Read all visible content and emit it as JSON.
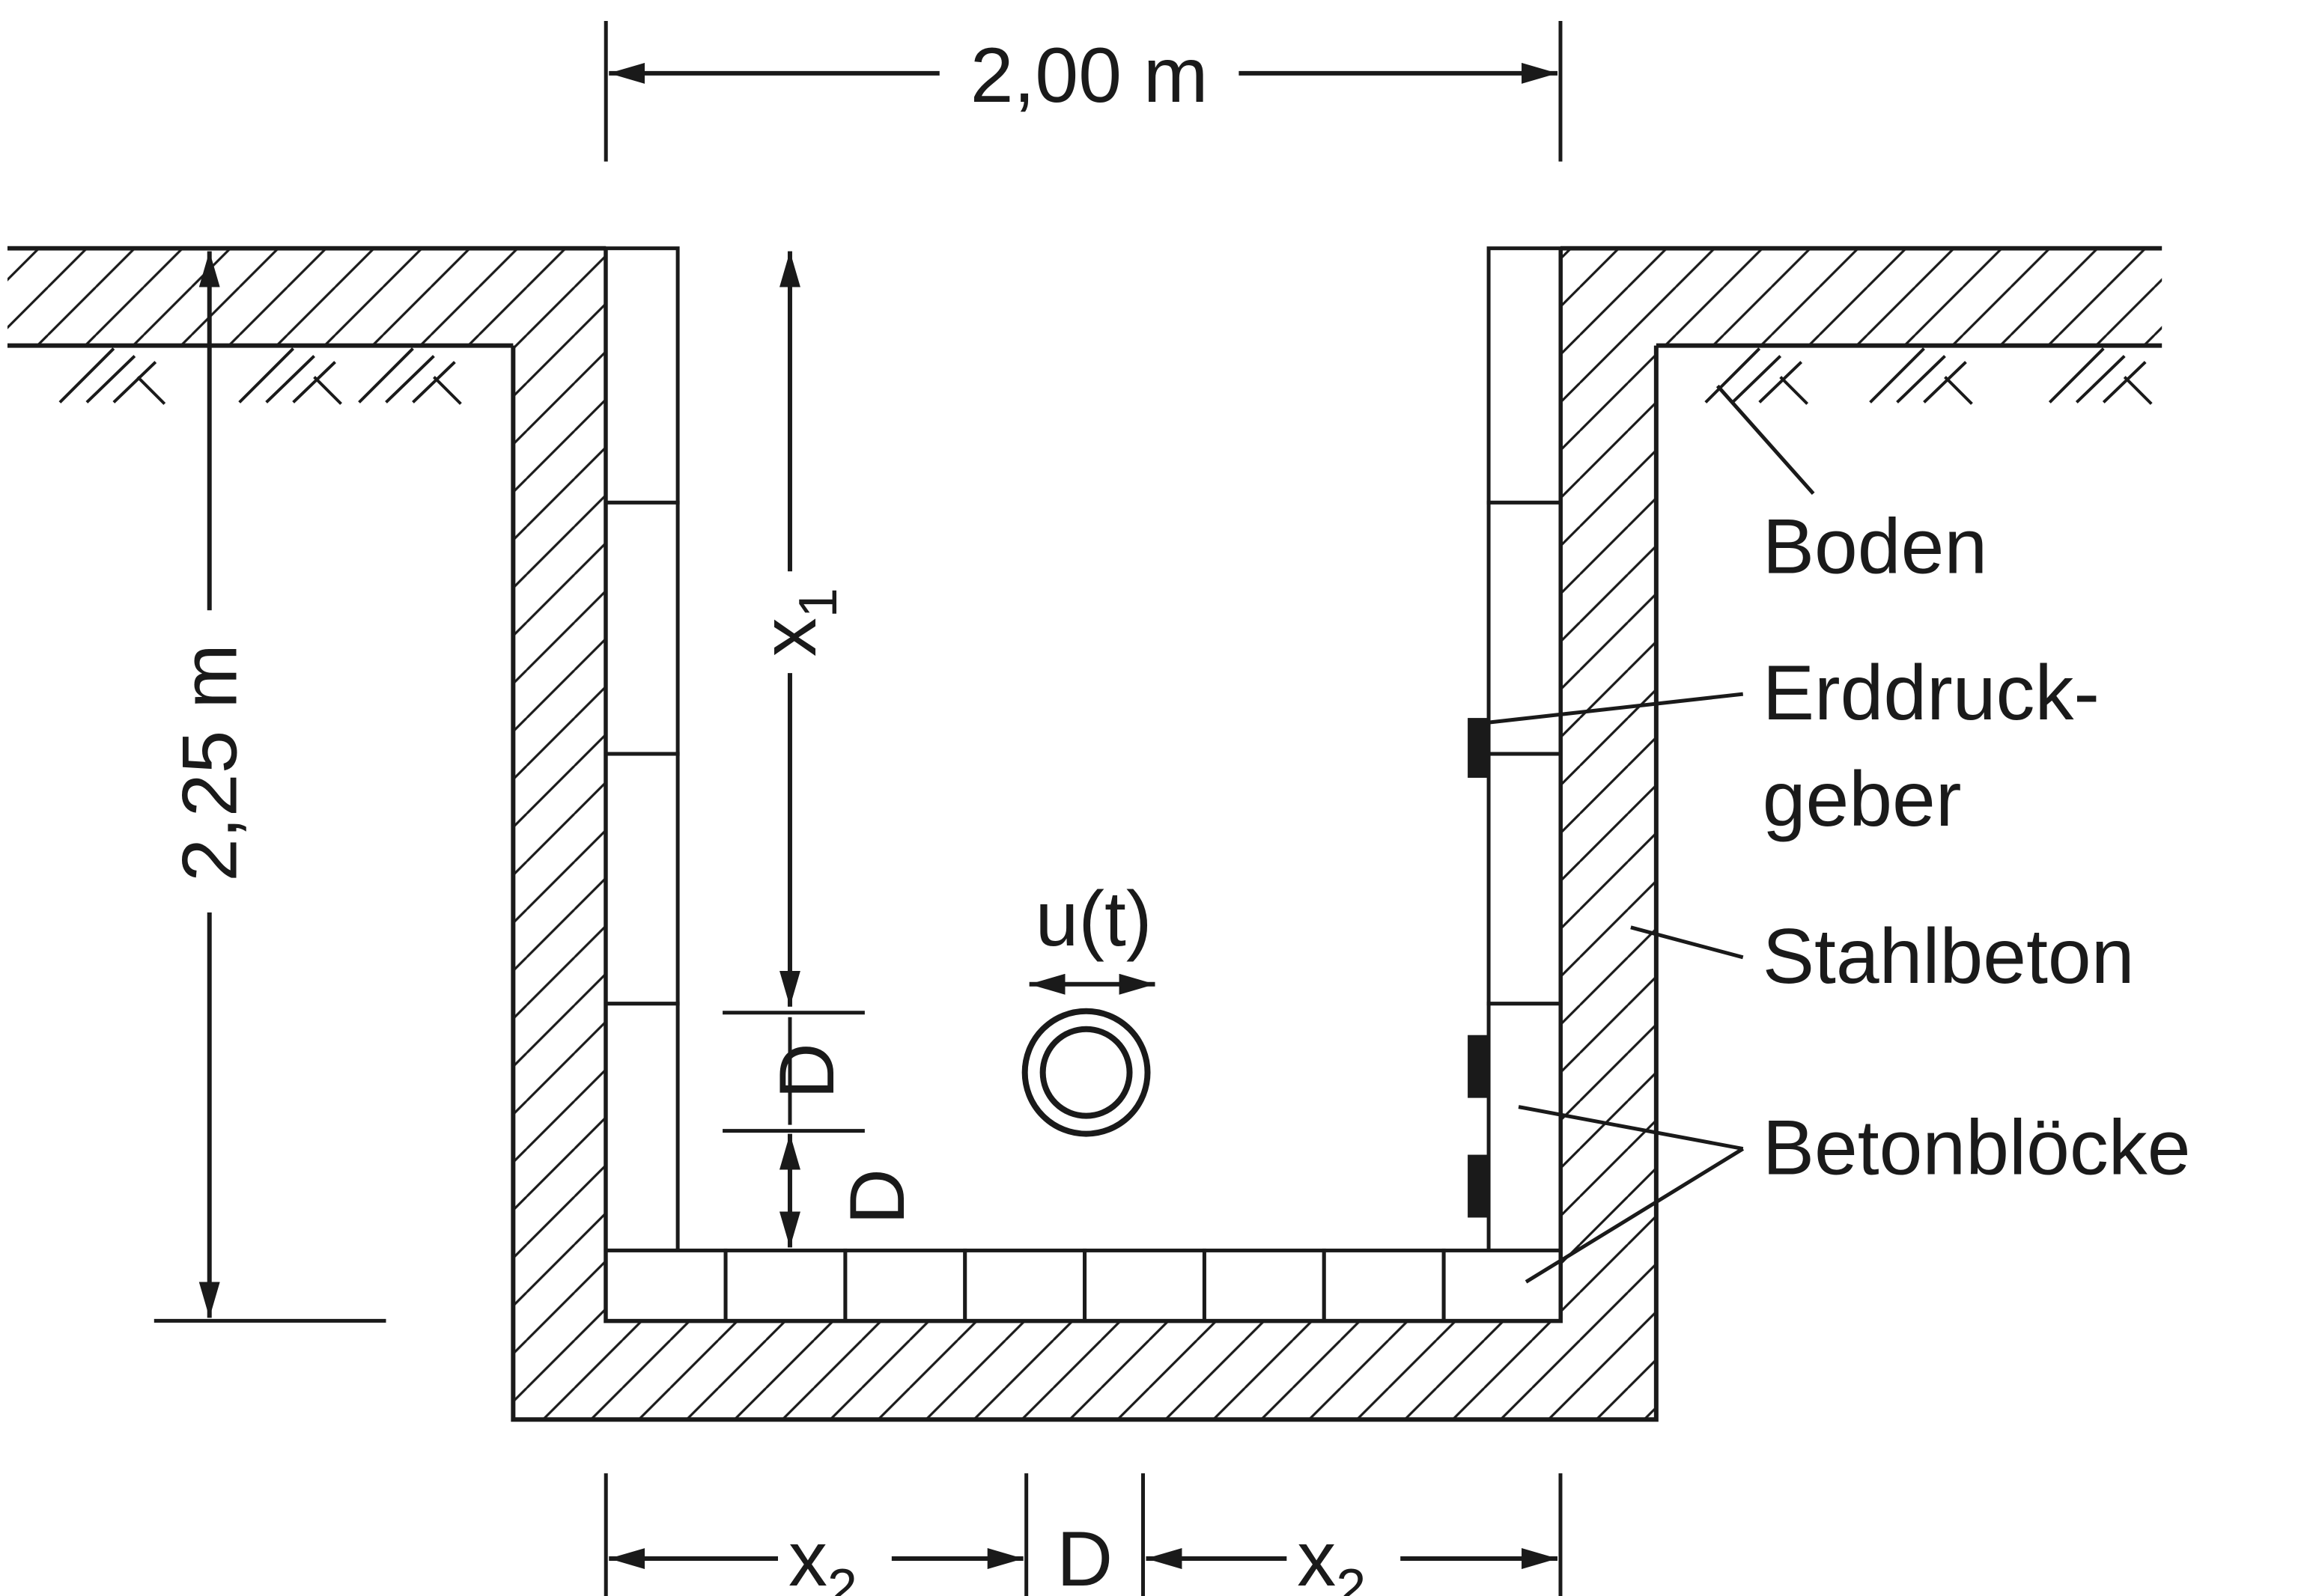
{
  "dimensions": {
    "width": "2,00 m",
    "height": "2,25 m",
    "depth_symbol": "x",
    "depth_subscript": "1",
    "side_symbol": "x",
    "side_subscript": "2",
    "pipe_diameter": "D"
  },
  "labels": {
    "displacement": "u(t)",
    "soil": "Boden",
    "pressure_sensor_line1": "Erddruck-",
    "pressure_sensor_line2": "geber",
    "concrete": "Stahlbeton",
    "blocks": "Betonblöcke"
  },
  "colors": {
    "ink": "#1a1a1a",
    "background": "#ffffff"
  }
}
